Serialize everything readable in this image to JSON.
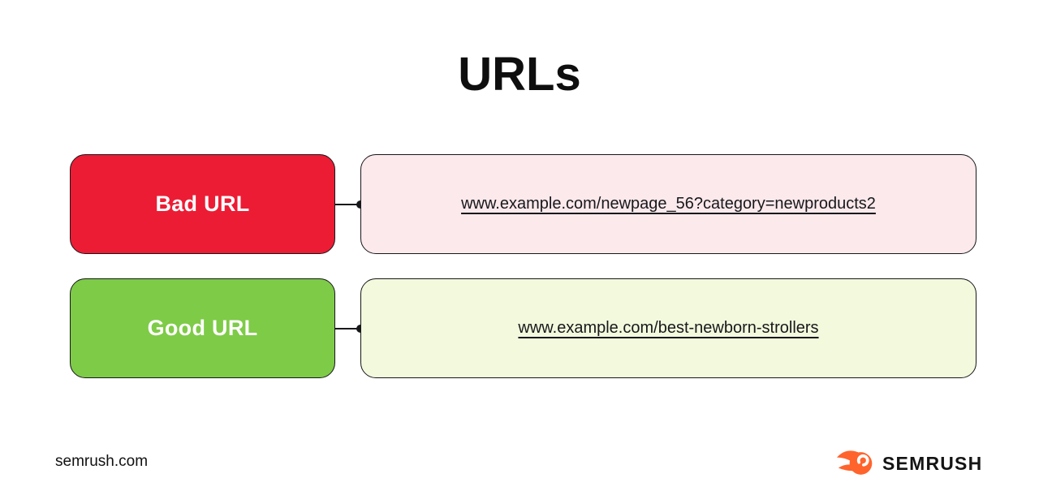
{
  "page": {
    "title": "URLs"
  },
  "diagram": {
    "rows": [
      {
        "label": "Bad URL",
        "url": "www.example.com/newpage_56?category=newproducts2",
        "label_bg": "#EC1C34",
        "url_bg": "#FBE9EC"
      },
      {
        "label": "Good URL",
        "url": "www.example.com/best-newborn-strollers",
        "label_bg": "#7ECB47",
        "url_bg": "#F3F9DD"
      }
    ],
    "connector_color": "#17181b",
    "box_border_color": "#17181b"
  },
  "footer": {
    "source": "semrush.com",
    "brand": "SEMRUSH",
    "brand_icon": "semrush-comet-icon",
    "brand_accent_color": "#FF642D"
  }
}
